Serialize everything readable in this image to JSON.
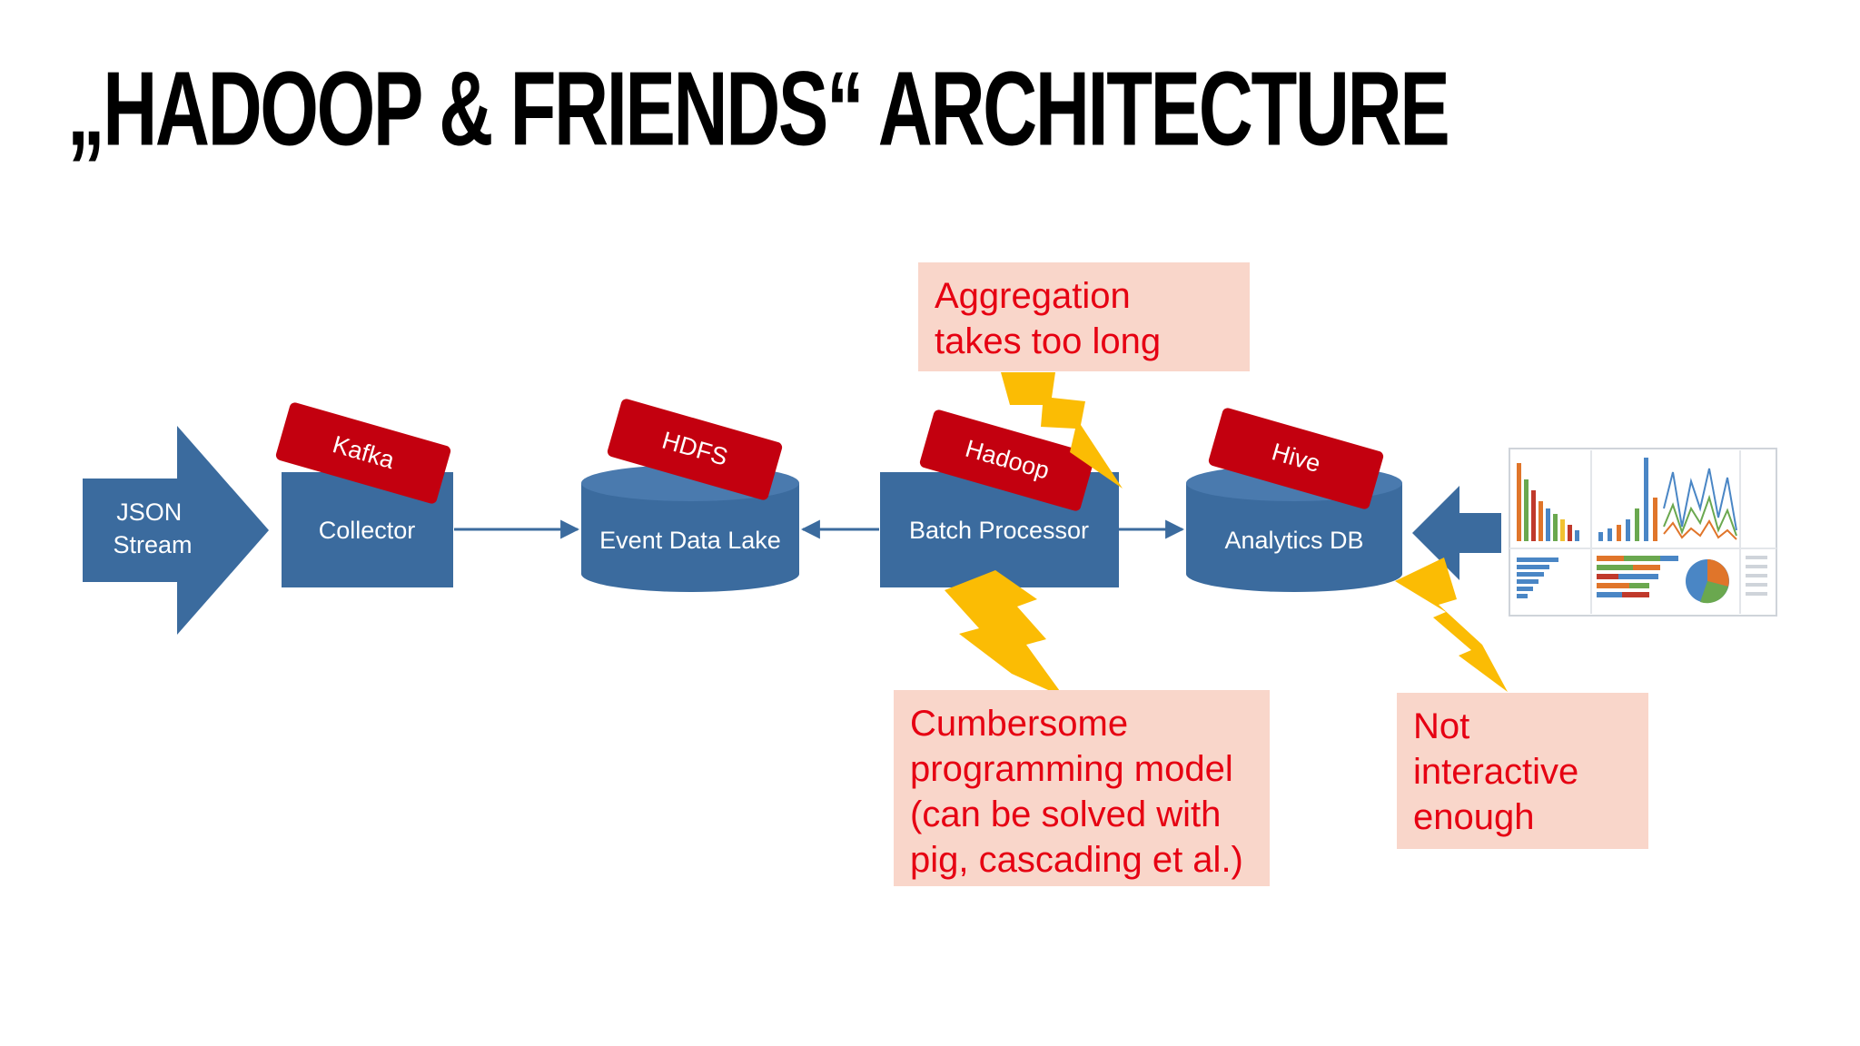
{
  "title": "„HADOOP & FRIENDS“ ARCHITECTURE",
  "nodes": {
    "input": "JSON\nStream",
    "collector": "Collector",
    "lake": "Event Data Lake",
    "batch": "Batch Processor",
    "analytics": "Analytics DB"
  },
  "tags": {
    "collector": "Kafka",
    "lake": "HDFS",
    "batch": "Hadoop",
    "analytics": "Hive"
  },
  "callouts": {
    "aggregation": [
      "Aggregation",
      "takes too long"
    ],
    "programming": [
      "Cumbersome",
      "programming model",
      "(can be solved with",
      "pig, cascading et al.)"
    ],
    "interactive": [
      "Not",
      "interactive",
      "enough"
    ]
  },
  "colors": {
    "node_blue": "#3b6b9e",
    "tag_red": "#c3000f",
    "callout_bg": "#f9d6ca",
    "callout_text": "#e60012",
    "lightning": "#fbbc04"
  },
  "icons": {
    "bolt": "lightning-bolt-icon",
    "dashboard": "dashboard-thumbnail-icon"
  }
}
